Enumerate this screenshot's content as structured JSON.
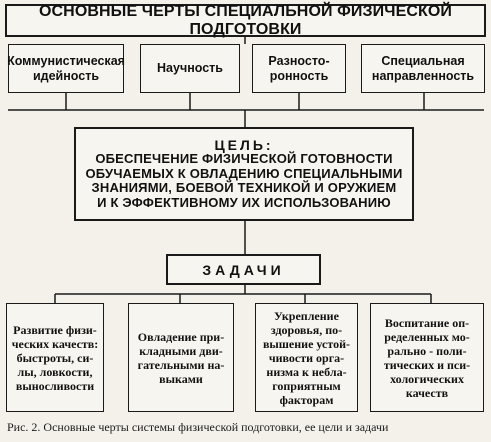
{
  "title": "ОСНОВНЫЕ ЧЕРТЫ СПЕЦИАЛЬНОЙ ФИЗИЧЕСКОЙ ПОДГОТОВКИ",
  "features": [
    "Коммунистическая\nидейность",
    "Научность",
    "Разносто-\nронность",
    "Специальная\nнаправленность"
  ],
  "goal": {
    "label": "ЦЕЛЬ:",
    "text": "ОБЕСПЕЧЕНИЕ ФИЗИЧЕСКОЙ ГОТОВНОСТИ\nОБУЧАЕМЫХ К ОВЛАДЕНИЮ СПЕЦИАЛЬНЫМИ\nЗНАНИЯМИ, БОЕВОЙ ТЕХНИКОЙ И ОРУЖИЕМ\nИ К ЭФФЕКТИВНОМУ ИХ ИСПОЛЬЗОВАНИЮ"
  },
  "tasks_label": "ЗАДАЧИ",
  "tasks": [
    "Развитие физи-\nческих качеств:\nбыстроты, си-\nлы, ловкости,\nвыносливости",
    "Овладение при-\nкладными дви-\nгательными на-\nвыками",
    "Укрепление\nздоровья, по-\nвышение устой-\nчивости орга-\nнизма к небла-\nгоприятным\nфакторам",
    "Воспитание оп-\nределенных мо-\nрально - поли-\nтических и пси-\nхологических\nкачеств"
  ],
  "caption": "Рис. 2. Основные черты системы физической подготовки, ее цели и задачи"
}
